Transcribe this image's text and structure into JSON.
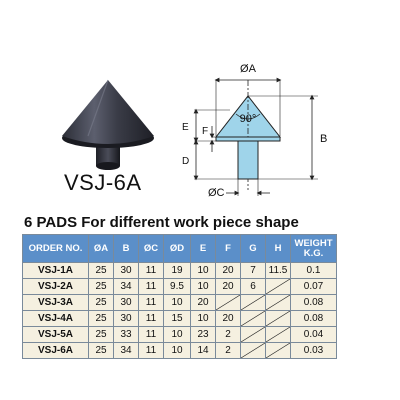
{
  "product": {
    "model": "VSJ-6A"
  },
  "diagram": {
    "labels": {
      "a": "ØA",
      "b": "B",
      "c": "ØC",
      "d": "D",
      "e": "E",
      "f": "F",
      "angle": "90°"
    }
  },
  "table": {
    "title": "6 PADS For different work piece shape",
    "headers": [
      "ORDER NO.",
      "ØA",
      "B",
      "ØC",
      "ØD",
      "E",
      "F",
      "G",
      "H",
      "WEIGHT K.G."
    ],
    "rows": [
      [
        "VSJ-1A",
        "25",
        "30",
        "11",
        "19",
        "10",
        "20",
        "7",
        "11.5",
        "0.1"
      ],
      [
        "VSJ-2A",
        "25",
        "34",
        "11",
        "9.5",
        "10",
        "20",
        "6",
        "",
        "0.07"
      ],
      [
        "VSJ-3A",
        "25",
        "30",
        "11",
        "10",
        "20",
        "",
        "",
        "",
        "0.08"
      ],
      [
        "VSJ-4A",
        "25",
        "30",
        "11",
        "15",
        "10",
        "20",
        "",
        "",
        "0.08"
      ],
      [
        "VSJ-5A",
        "25",
        "33",
        "11",
        "10",
        "23",
        "2",
        "",
        "",
        "0.04"
      ],
      [
        "VSJ-6A",
        "25",
        "34",
        "11",
        "10",
        "14",
        "2",
        "",
        "",
        "0.03"
      ]
    ]
  },
  "colors": {
    "header_bg": "#5b8fc9",
    "cell_bg": "#f5f0e0",
    "diagram_fill": "#9fd4ea"
  }
}
